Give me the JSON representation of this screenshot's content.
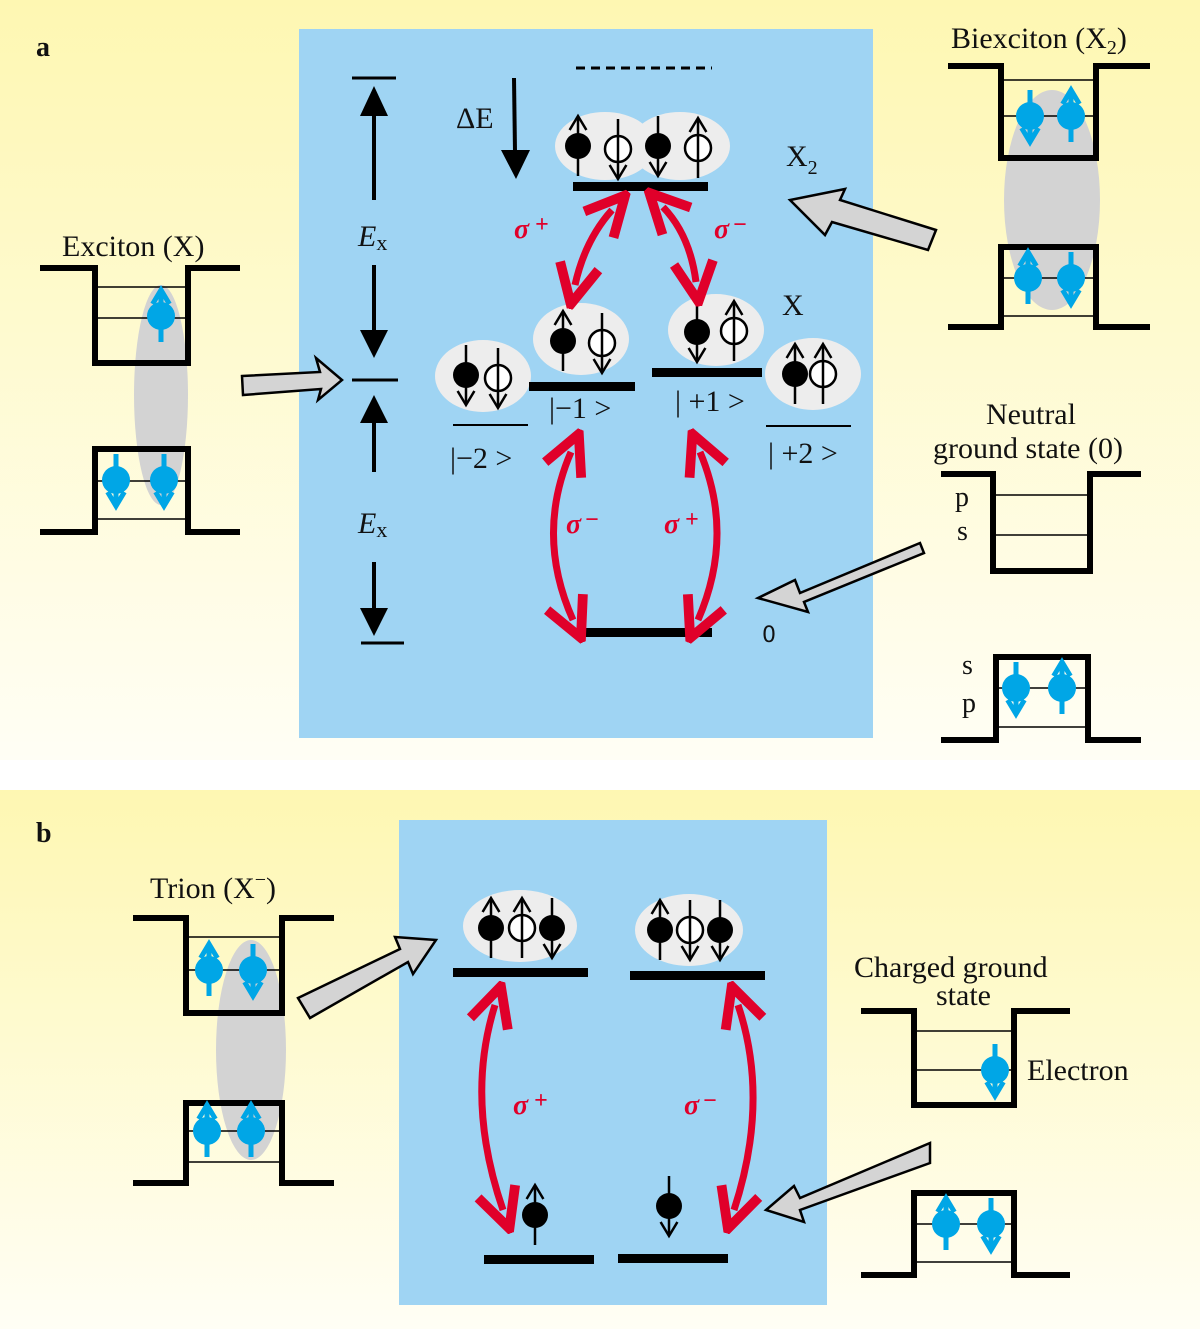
{
  "colors": {
    "background_top": "#fef7b2",
    "background_bottom": "#fffef4",
    "panel_blue": "#9fd4f3",
    "transition_red": "#e0002a",
    "carrier_blue": "#00a6e6",
    "exciton_cloud": "#d3d3d3",
    "pair_cloud": "#ededed",
    "arrow_fill": "#d4d4d4",
    "line_black": "#000000"
  },
  "panel_a": {
    "letter": "a",
    "exciton_title": "Exciton (X)",
    "biexciton_title_main": "Biexciton (X",
    "biexciton_title_sub": "2",
    "biexciton_title_end": ")",
    "neutral_title_line1": "Neutral",
    "neutral_title_line2": "ground state (0)",
    "orbital_labels": {
      "upper_p": "p",
      "upper_s": "s",
      "lower_s": "s",
      "lower_p": "p"
    },
    "energy_diagram": {
      "delta_e": "ΔE",
      "ex_label_main": "E",
      "ex_label_sub": "x",
      "x2_label_main": "X",
      "x2_label_sub": "2",
      "x_label": "X",
      "ground_label": "0",
      "kets": [
        "|−2 >",
        "|−1 >",
        "| +1 >",
        "| +2 >"
      ],
      "transitions": [
        {
          "sym": "σ",
          "sup": "+"
        },
        {
          "sym": "σ",
          "sup": "−"
        },
        {
          "sym": "σ",
          "sup": "−"
        },
        {
          "sym": "σ",
          "sup": "+"
        }
      ]
    }
  },
  "panel_b": {
    "letter": "b",
    "trion_title_main": "Trion (X",
    "trion_title_sup": "−",
    "trion_title_end": ")",
    "charged_title_line1": "Charged ground",
    "charged_title_line2": "state",
    "electron_label": "Electron",
    "transitions": [
      {
        "sym": "σ",
        "sup": "+"
      },
      {
        "sym": "σ",
        "sup": "−"
      }
    ]
  }
}
